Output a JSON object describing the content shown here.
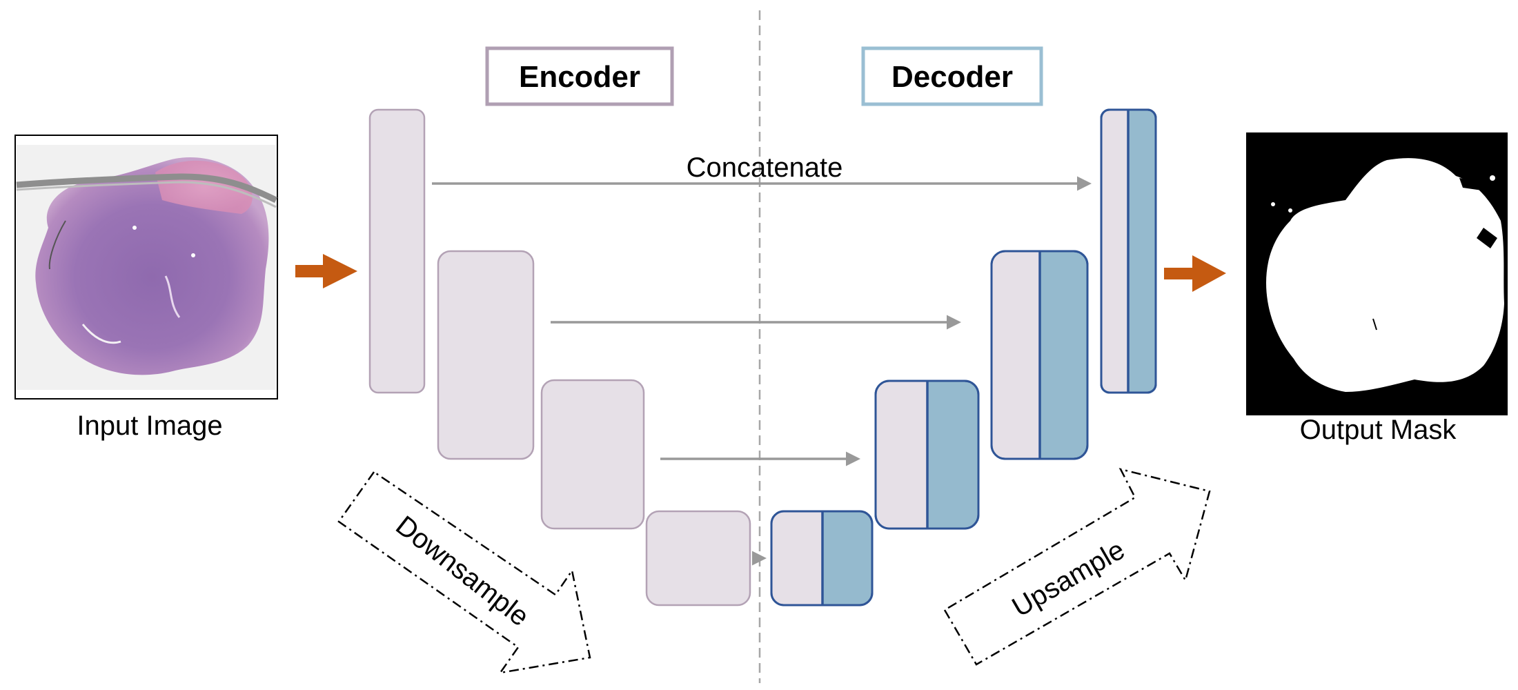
{
  "labels": {
    "encoder": "Encoder",
    "decoder": "Decoder",
    "concatenate": "Concatenate",
    "downsample": "Downsample",
    "upsample": "Upsample",
    "input_image": "Input Image",
    "output_mask": "Output Mask"
  },
  "colors": {
    "encoder_fill": "#E6E0E7",
    "encoder_stroke": "#B3A2B5",
    "encoder_label_border": "#B09FB3",
    "decoder_fill": "#95BACE",
    "decoder_stroke": "#2F5597",
    "decoder_label_border": "#9ABFD3",
    "flow_arrow": "#C55A11",
    "skip_arrow": "#999999",
    "divider": "#A6A6A6"
  },
  "encoder_blocks": 4,
  "decoder_blocks": 4,
  "skip_connections": 4,
  "input_image_content": "H&E stained tissue section (purple/pink)",
  "output_mask_content": "binary segmentation mask (white tissue on black)"
}
